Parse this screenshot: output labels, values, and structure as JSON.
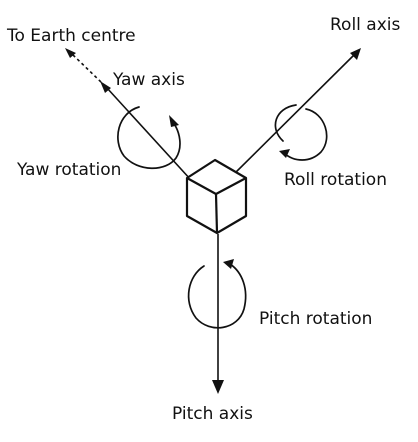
{
  "labels": {
    "earth_centre": "To Earth centre",
    "roll_axis": "Roll axis",
    "yaw_axis": "Yaw axis",
    "yaw_rotation": "Yaw rotation",
    "roll_rotation": "Roll rotation",
    "pitch_rotation": "Pitch rotation",
    "pitch_axis": "Pitch axis"
  }
}
